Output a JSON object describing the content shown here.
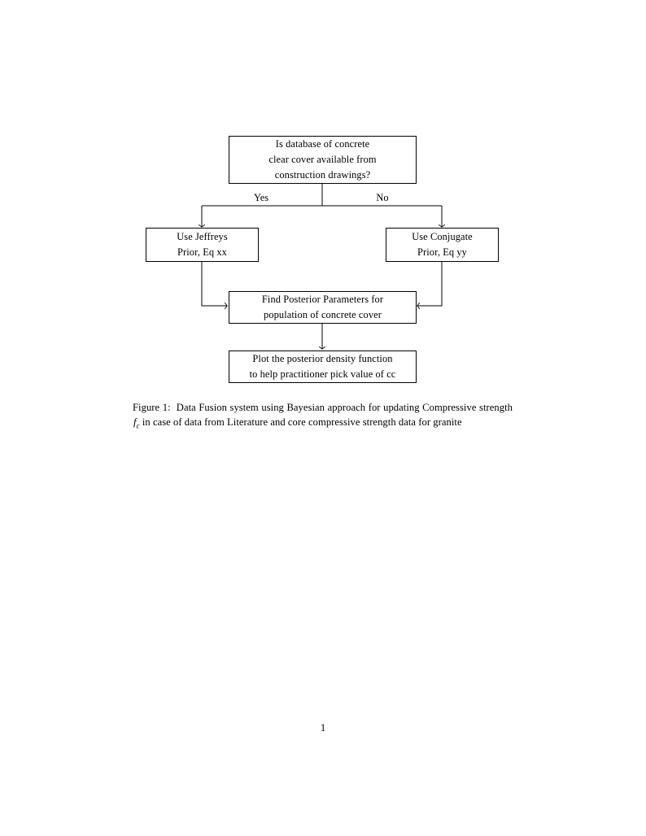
{
  "document": {
    "page_number": "1"
  },
  "figure": {
    "nodes": [
      {
        "id": "decision",
        "lines": [
          "Is database of concrete",
          "clear cover available from",
          "construction drawings?"
        ]
      },
      {
        "id": "jeffreys",
        "lines": [
          "Use Jeffreys",
          "Prior, Eq xx"
        ]
      },
      {
        "id": "conjugate",
        "lines": [
          "Use Conjugate",
          "Prior, Eq yy"
        ]
      },
      {
        "id": "posterior",
        "lines": [
          "Find Posterior Parameters for",
          "population of concrete cover"
        ]
      },
      {
        "id": "plot",
        "lines": [
          "Plot the posterior density function",
          "to help practitioner pick value of cc"
        ]
      }
    ],
    "edge_labels": {
      "yes": "Yes",
      "no": "No"
    },
    "line_color": "#000000"
  },
  "caption": {
    "label": "Figure 1:",
    "text_before_symbol": "Data Fusion system using Bayesian approach for updating Compressive strength",
    "symbol": "f",
    "symbol_subscript": "c",
    "text_after_symbol": "in case of data from Literature and core compressive strength data for granite"
  }
}
